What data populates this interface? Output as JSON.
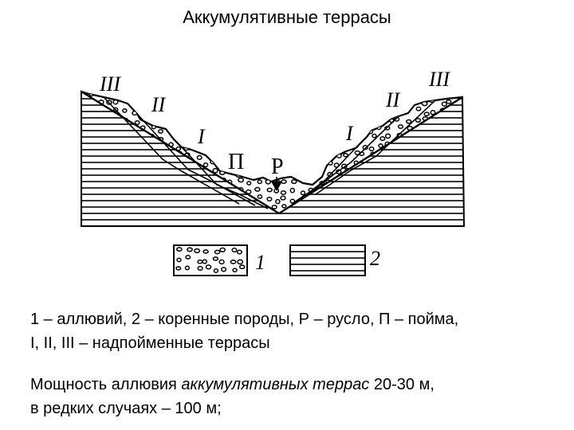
{
  "title": "Аккумулятивные террасы",
  "diagram": {
    "labels_left": [
      "III",
      "II",
      "I"
    ],
    "labels_right": [
      "III",
      "II",
      "I"
    ],
    "floodplain_label": "П",
    "channel_label": "Р"
  },
  "legend": {
    "item1_number": "1",
    "item2_number": "2"
  },
  "caption": {
    "line1": "1 – аллювий, 2 – коренные породы, Р – русло, П – пойма,",
    "line2": "I, II, III – надпойменные террасы",
    "thickness_prefix": "Мощность аллювия ",
    "thickness_italic": "аккумулятивных террас",
    "thickness_suffix": " 20-30 м,",
    "thickness_line2": "в редких случаях – 100 м;"
  }
}
